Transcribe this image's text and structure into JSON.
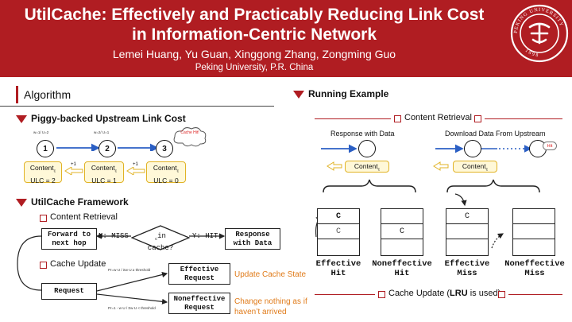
{
  "header": {
    "title_line1": "UtilCache: Effectively and Practicably Reducing Link Cost",
    "title_line2": "in Information-Centric Network",
    "authors": "Lemei Huang, Yu Guan, Xinggong Zhang,  Zongming Guo",
    "affiliation": "Peking University, P.R. China",
    "seal_text": "PEKING UNIVERSITY",
    "seal_year": "1898"
  },
  "colors": {
    "brand": "#b01d22",
    "accent": "#e07b1a",
    "arrow": "#2b5fc4",
    "highlight": "#fff8d8"
  },
  "left": {
    "section_title": "Algorithm",
    "piggy": {
      "title": "Piggy-backed Upstream Link Cost",
      "nodes": [
        "1",
        "2",
        "3"
      ],
      "link_labels": [
        "w=1/ U=2",
        "w=2/ U=1"
      ],
      "cloud_label": "Cache Hit!",
      "contents": [
        {
          "name": "Content",
          "sub": "c",
          "ulc": "ULC = 2"
        },
        {
          "name": "Content",
          "sub": "c",
          "ulc": "ULC = 1"
        },
        {
          "name": "Content",
          "sub": "c",
          "ulc": "ULC = 0"
        }
      ],
      "plus_labels": [
        "+1",
        "+1"
      ]
    },
    "framework": {
      "title": "UtilCache Framework",
      "retrieval_label": "Content Retrieval",
      "forward": "Forward to next hop",
      "miss_label": "N: MISS",
      "decision_sub": "c",
      "decision": "in cache?",
      "hit_label": "Y: HIT",
      "response": "Response with Data",
      "update_label": "Cache Update",
      "request": "Request",
      "effective": "Effective Request",
      "noneffective": "Noneffective Request",
      "update_state": "Update Cache State",
      "change_nothing": "Change nothing as if haven’t arrived",
      "cond_top": "Pr=w·U / Σw·U ≥ threshold",
      "cond_bottom": "Pr=1 - w·U / Σw·U < threshold"
    }
  },
  "right": {
    "section_title": "Running Example",
    "retrieval_label": "Content Retrieval",
    "response_label": "Response with Data",
    "download_label": "Download Data From Upstream",
    "hit_label": "Hit",
    "content_label": "Content",
    "content_sub": "c",
    "caches": [
      {
        "cells": [
          "C",
          "C",
          ""
        ],
        "caption": "Effective Hit"
      },
      {
        "cells": [
          "",
          "C",
          ""
        ],
        "caption": "Noneffective Hit"
      },
      {
        "cells": [
          "C",
          "",
          ""
        ],
        "caption": "Effective Miss"
      },
      {
        "cells": [
          "",
          "",
          ""
        ],
        "caption": "Noneffective Miss"
      }
    ],
    "update_prefix": "Cache Update (",
    "update_lru": "LRU",
    "update_suffix": " is used)"
  }
}
